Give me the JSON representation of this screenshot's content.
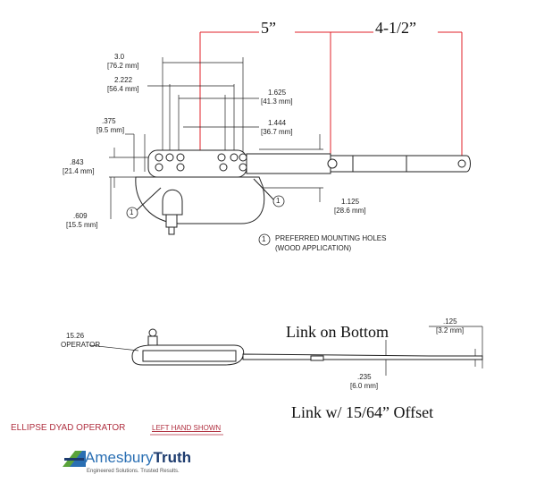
{
  "top_dims": {
    "five_inch": "5”",
    "four_half": "4-1/2”"
  },
  "dims": {
    "d30": "3.0",
    "d30_mm": "[76.2 mm]",
    "d2222": "2.222",
    "d2222_mm": "[56.4 mm]",
    "d1625": "1.625",
    "d1625_mm": "[41.3 mm]",
    "d1444": "1.444",
    "d1444_mm": "[36.7 mm]",
    "d375": ".375",
    "d375_mm": "[9.5 mm]",
    "d843": ".843",
    "d843_mm": "[21.4 mm]",
    "d609": ".609",
    "d609_mm": "[15.5 mm]",
    "d1125": "1.125",
    "d1125_mm": "[28.6 mm]",
    "d125": ".125",
    "d125_mm": "[3.2 mm]",
    "d235": ".235",
    "d235_mm": "[6.0 mm]"
  },
  "callout": {
    "number": "1",
    "line1": "PREFERRED MOUNTING HOLES",
    "line2": "(WOOD APPLICATION)"
  },
  "side_view": {
    "operator_line1": "15.26",
    "operator_line2": "OPERATOR"
  },
  "notes": {
    "link_bottom": "Link on Bottom",
    "link_offset": "Link w/ 15/64” Offset"
  },
  "footer": {
    "product": "ELLIPSE DYAD OPERATOR",
    "left_hand": "LEFT HAND SHOWN",
    "brand_light": "Amesbury",
    "brand_dark": "Truth",
    "tagline": "Engineered Solutions. Trusted Results."
  },
  "colors": {
    "red": "#e0202a",
    "line": "#222222",
    "brand_blue": "#2a6fb3",
    "brand_green": "#5aa33a"
  }
}
